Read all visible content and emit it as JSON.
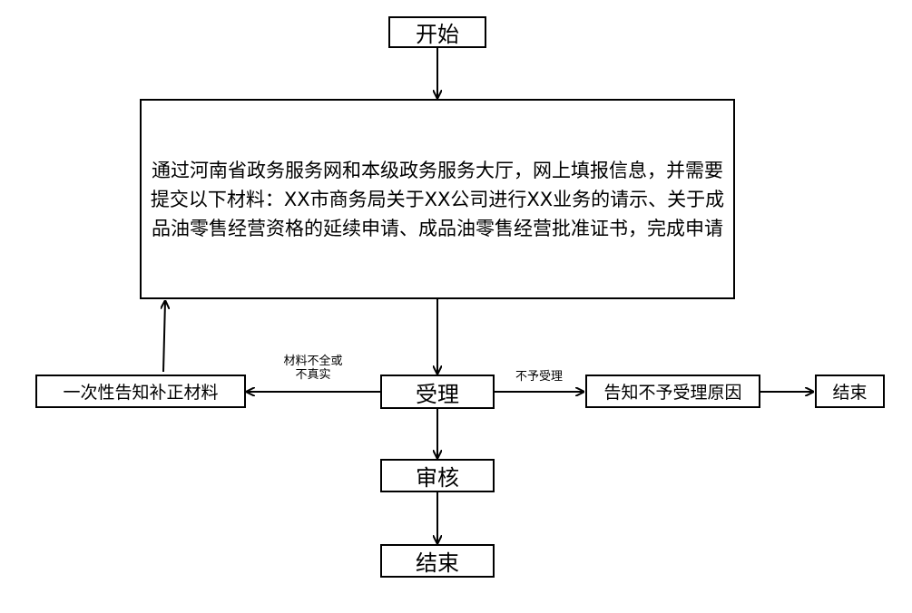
{
  "nodes": {
    "start": "开始",
    "request": "通过河南省政务服务网和本级政务服务大厅，网上填报信息，并需要提交以下材料：XX市商务局关于XX公司进行XX业务的请示、关于成品油零售经营资格的延续申请、成品油零售经营批准证书，完成申请",
    "accept": "受理",
    "supplement": "一次性告知补正材料",
    "reject_reason": "告知不予受理原因",
    "end_right": "结束",
    "review": "审核",
    "end_bottom": "结束"
  },
  "edges": {
    "incomplete_line1": "材料不全或",
    "incomplete_line2": "不真实",
    "not_accepted": "不予受理"
  },
  "colors": {
    "stroke": "#000000",
    "background": "#ffffff"
  }
}
